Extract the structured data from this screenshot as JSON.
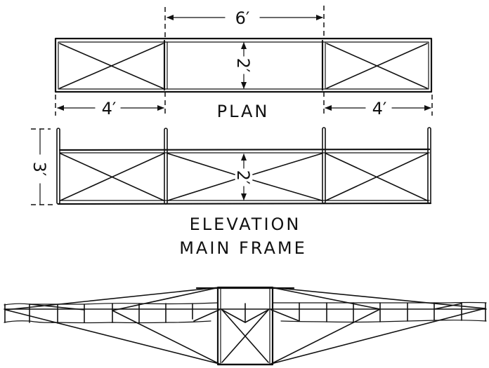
{
  "diagram": {
    "plan_view": {
      "label": "PLAN",
      "dimensions": {
        "center_width": "6′",
        "depth": "2′",
        "left_bay": "4′",
        "right_bay": "4′"
      },
      "bays": [
        {
          "name": "left",
          "braced": true
        },
        {
          "name": "center",
          "braced": false
        },
        {
          "name": "right",
          "braced": true
        }
      ]
    },
    "elevation_view": {
      "label": "ELEVATION",
      "dimensions": {
        "height": "3′",
        "depth": "2′"
      },
      "bays": [
        {
          "name": "left",
          "braced": true
        },
        {
          "name": "center",
          "braced": true
        },
        {
          "name": "right",
          "braced": true
        }
      ]
    },
    "caption": "MAIN FRAME",
    "assembly_view": {
      "description": "Wing truss assembly with center frame"
    },
    "colors": {
      "ink": "#111111",
      "paper": "#ffffff"
    }
  }
}
